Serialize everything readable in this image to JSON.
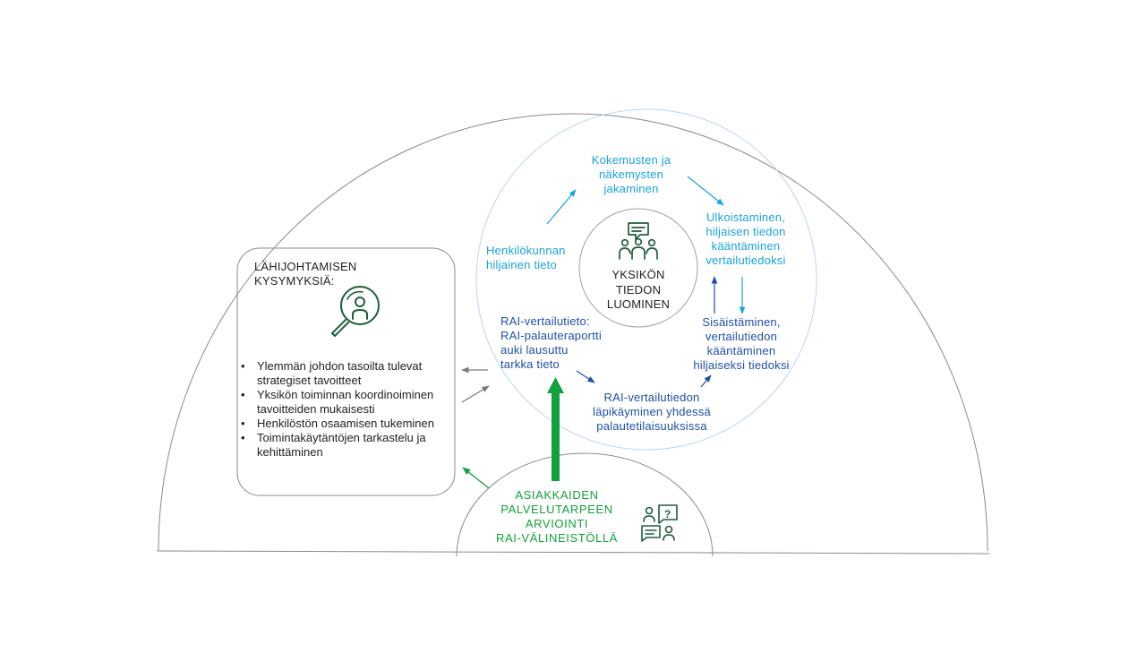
{
  "leadership": {
    "title": "LÄHIJOHTAMISEN\nKYSYMYKSIÄ:",
    "items": [
      "Ylemmän johdon tasoilta tulevat strategiset tavoitteet",
      "Yksikön toiminnan koordinoiminen tavoitteiden mukaisesti",
      "Henkilöstön osaamisen tukeminen",
      "Toimintakäytäntöjen tarkastelu ja kehittäminen"
    ]
  },
  "cycle": {
    "center": "YKSIKÖN\nTIEDON\nLUOMINEN",
    "tacit": "Henkilökunnan\nhiljainen tieto",
    "sharing": "Kokemusten ja\nnäkemysten\njakaminen",
    "external": "Ulkoistaminen,\nhiljaisen tiedon\nkääntäminen\nvertailutiedoksi",
    "internal": "Sisäistäminen,\nvertailutiedon\nkääntäminen\nhiljaiseksi tiedoksi",
    "review": "RAI-vertailutiedon\nläpikäyminen yhdessä\npalautetilaisuuksissa",
    "rai_info": "RAI-vertailutieto:\nRAI-palauteraportti\nauki lausuttu\ntarkka tieto"
  },
  "assessment": {
    "label": "ASIAKKAIDEN\nPALVELUTARPEEN\nARVIOINTI\nRAI-VÄLINEISTÖLLÄ"
  },
  "icons": {
    "magnifier": "magnifier-person-icon",
    "team": "team-chat-icon",
    "conversation": "conversation-icon"
  },
  "colors": {
    "light_blue": "#1aa3dd",
    "dark_blue": "#1f4fa8",
    "green": "#12a13a",
    "icon_green": "#1e5e3a",
    "gray": "#7a7a7a"
  }
}
